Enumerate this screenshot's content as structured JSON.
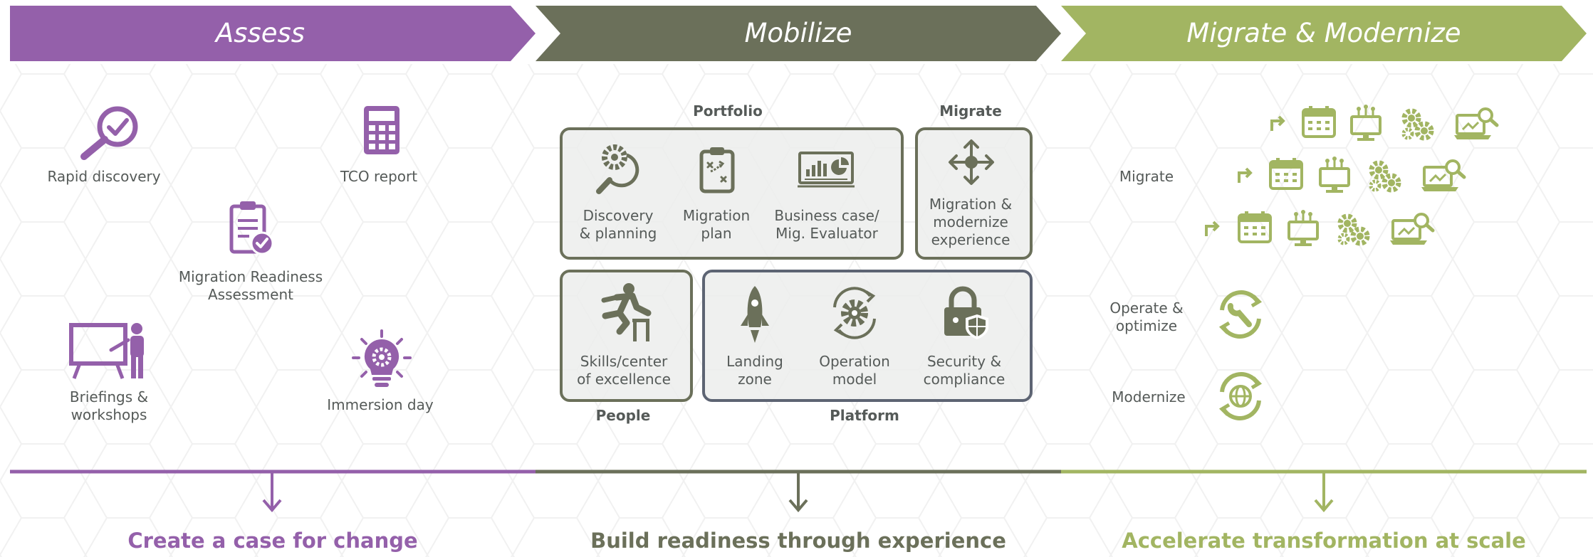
{
  "colors": {
    "assess": "#9460aa",
    "mobilize": "#6b705a",
    "migrate": "#a2b562",
    "text": "#555a58"
  },
  "phases": [
    {
      "title": "Assess",
      "footer": "Create a case for change"
    },
    {
      "title": "Mobilize",
      "footer": "Build readiness through experience"
    },
    {
      "title": "Migrate & Modernize",
      "footer": "Accelerate transformation at scale"
    }
  ],
  "assess": {
    "items": [
      {
        "label": "Rapid discovery",
        "icon": "magnifier-check-icon"
      },
      {
        "label": "TCO report",
        "icon": "calculator-icon"
      },
      {
        "label_line1": "Migration Readiness",
        "label_line2": "Assessment",
        "icon": "clipboard-check-icon"
      },
      {
        "label_line1": "Briefings &",
        "label_line2": "workshops",
        "icon": "presenter-board-icon"
      },
      {
        "label": "Immersion day",
        "icon": "lightbulb-gear-icon"
      }
    ]
  },
  "mobilize": {
    "portfolio_header": "Portfolio",
    "migrate_header": "Migrate",
    "people_header": "People",
    "platform_header": "Platform",
    "portfolio_items": [
      {
        "line1": "Discovery",
        "line2": "& planning",
        "icon": "magnifier-gear-icon"
      },
      {
        "line1": "Migration",
        "line2": "plan",
        "icon": "clipboard-plan-icon"
      },
      {
        "line1": "Business case/",
        "line2": "Mig. Evaluator",
        "icon": "dashboard-icon"
      }
    ],
    "migrate_item": {
      "line1": "Migration &",
      "line2": "modernize",
      "line3": "experience",
      "icon": "move-arrows-icon"
    },
    "people_item": {
      "line1": "Skills/center",
      "line2": "of excellence",
      "icon": "hurdle-jumper-icon"
    },
    "platform_items": [
      {
        "line1": "Landing",
        "line2": "zone",
        "icon": "rocket-icon"
      },
      {
        "line1": "Operation",
        "line2": "model",
        "icon": "gear-cycle-icon"
      },
      {
        "line1": "Security &",
        "line2": "compliance",
        "icon": "lock-shield-icon"
      }
    ]
  },
  "migrate_modernize": {
    "migrate_label": "Migrate",
    "operate_line1": "Operate &",
    "operate_line2": "optimize",
    "modernize_label": "Modernize",
    "icons": [
      "arrow-turn-icon",
      "calendar-icon",
      "monitor-circuit-icon",
      "gears-icon",
      "laptop-search-icon",
      "wrench-cycle-icon",
      "globe-cycle-icon"
    ]
  }
}
